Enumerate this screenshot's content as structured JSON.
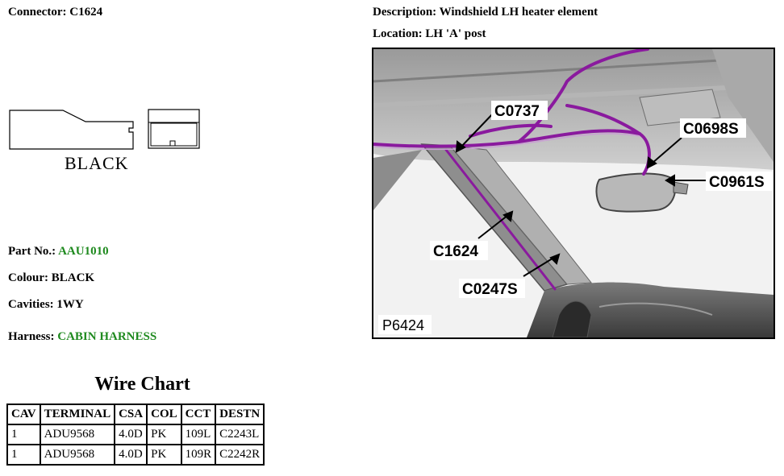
{
  "header": {
    "connector_label": "Connector:",
    "connector_value": "C1624",
    "description_label": "Description:",
    "description_value": "Windshield LH heater element",
    "location_label": "Location:",
    "location_value": "LH 'A' post"
  },
  "connector_drawing": {
    "color_text": "BLACK"
  },
  "info": {
    "part_label": "Part No.:",
    "part_value": "AAU1010",
    "colour_label": "Colour:",
    "colour_value": "BLACK",
    "cavities_label": "Cavities:",
    "cavities_value": "1WY",
    "harness_label": "Harness:",
    "harness_value": "CABIN HARNESS",
    "link_color": "#1f8a1f"
  },
  "photo": {
    "callouts": [
      "C0737",
      "C0698S",
      "C0961S",
      "C1624",
      "C0247S"
    ],
    "ref": "P6424",
    "harness_color": "#8a1a9e"
  },
  "wire_chart": {
    "title": "Wire Chart",
    "headers": [
      "CAV",
      "TERMINAL",
      "CSA",
      "COL",
      "CCT",
      "DESTN"
    ],
    "rows": [
      [
        "1",
        "ADU9568",
        "4.0D",
        "PK",
        "109L",
        "C2243L"
      ],
      [
        "1",
        "ADU9568",
        "4.0D",
        "PK",
        "109R",
        "C2242R"
      ]
    ]
  }
}
